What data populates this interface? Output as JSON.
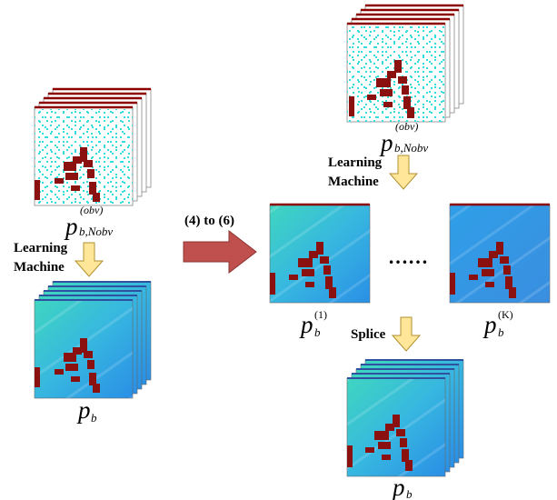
{
  "colors": {
    "stack_top_edge": "#8b0000",
    "obs_background": "#ffffff",
    "obs_dots": "#33dddd",
    "field_light": "#3fd6c0",
    "field_mid": "#37b7e0",
    "field_blue": "#2a8fe6",
    "fracture": "#8b1010",
    "arrow_block": "#c0504d",
    "arrow_down": "#ffe699",
    "arrow_down_stroke": "#b09030"
  },
  "labels": {
    "learning_machine_left_1": "Learning",
    "learning_machine_left_2": "Machine",
    "learning_machine_right_1": "Learning",
    "learning_machine_right_2": "Machine",
    "equations_ref": "(4) to (6)",
    "splice": "Splice",
    "ellipsis": "……"
  },
  "math": {
    "p_obv_left": {
      "base": "p",
      "sup": "(obv)",
      "sub": "b,Nobv"
    },
    "p_obv_right": {
      "base": "p",
      "sup": "(obv)",
      "sub": "b,Nobv"
    },
    "p_b_left": {
      "base": "p",
      "sub": "b"
    },
    "p_b_1": {
      "base": "p",
      "sub": "b",
      "sup": "(1)"
    },
    "p_b_K": {
      "base": "p",
      "sub": "b",
      "sup": "(K)"
    },
    "p_b_bottom": {
      "base": "p",
      "sub": "b"
    }
  }
}
